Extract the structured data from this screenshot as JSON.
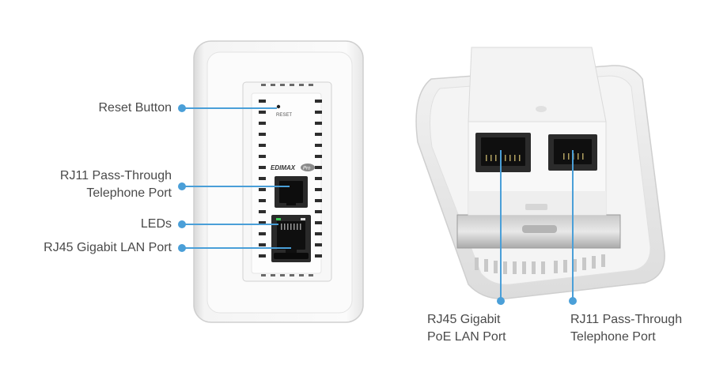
{
  "left_device": {
    "reset_text": "RESET",
    "logo_text": "EDIMAX",
    "logo_badge": "Pro"
  },
  "callouts": {
    "reset_button": "Reset Button",
    "rj11_line1": "RJ11 Pass-Through",
    "rj11_line2": "Telephone Port",
    "leds": "LEDs",
    "rj45_lan": "RJ45 Gigabit LAN Port",
    "rj45_poe_line1": "RJ45 Gigabit",
    "rj45_poe_line2": "PoE LAN Port",
    "rj11_back_line1": "RJ11 Pass-Through",
    "rj11_back_line2": "Telephone Port"
  },
  "colors": {
    "leader": "#4a9fd8",
    "text": "#4a4a4a"
  }
}
